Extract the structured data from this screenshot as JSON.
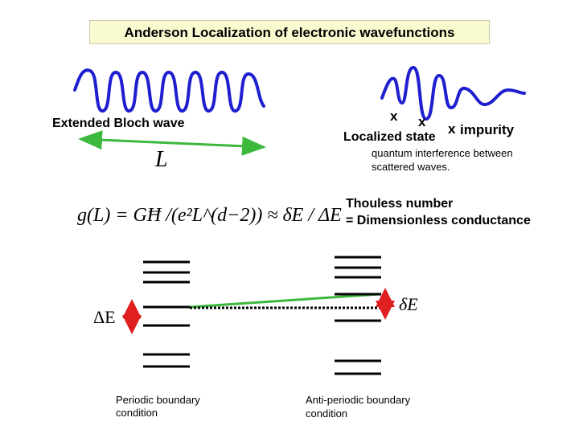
{
  "title": "Anderson Localization of electronic wavefunctions",
  "left_panel": {
    "wave_label": "Extended Bloch wave",
    "length_symbol": "L"
  },
  "right_panel": {
    "impurity_marks": [
      "x",
      "x",
      "x"
    ],
    "localized_label": "Localized state",
    "impurity_label": "impurity",
    "interference_note_line1": "quantum interference between",
    "interference_note_line2": "scattered waves."
  },
  "formula": {
    "text": "g(L) = GĦ /(e²L^(d−2)) ≈ δE / ΔE"
  },
  "thouless": {
    "line1": "Thouless number",
    "line2": "= Dimensionless conductance"
  },
  "levels": {
    "delta_E_big": "ΔE",
    "delta_E_small": "δE",
    "periodic_line1": "Periodic boundary",
    "periodic_line2": "condition",
    "antiperiodic_line1": "Anti-periodic boundary",
    "antiperiodic_line2": "condition"
  },
  "colors": {
    "wave": "#1f1fd0",
    "arrow_green": "#3cb83c",
    "arrow_red": "#e02020",
    "levels": "#000000",
    "title_bg": "#fafad0"
  }
}
